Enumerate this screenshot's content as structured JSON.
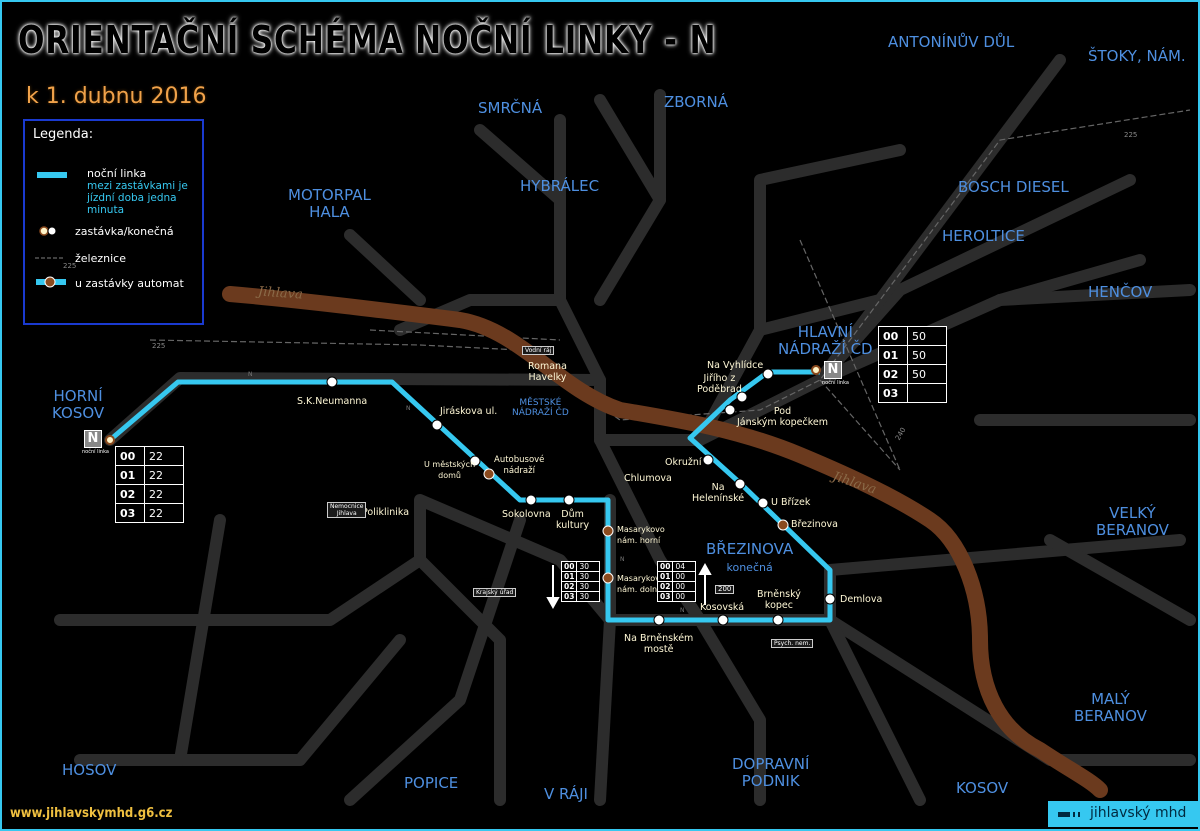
{
  "title": "ORIENTAČNÍ SCHÉMA NOČNÍ LINKY - N",
  "date": "k 1. dubnu 2016",
  "legend": {
    "title": "Legenda:",
    "line": "noční linka",
    "line_note": "mezi zastávkami je jízdní doba jedna minuta",
    "stop": "zastávka/konečná",
    "rail": "železnice",
    "rail_sample_num": "225",
    "automat": "u zastávky automat"
  },
  "areas": {
    "antoninuv_dul": "ANTONÍNŮV DŮL",
    "stoky": "ŠTOKY, NÁM.",
    "smrcna": "SMRČNÁ",
    "zborna": "ZBORNÁ",
    "hybralec": "HYBRÁLEC",
    "motorpal": "MOTORPAL",
    "motorpal2": "HALA",
    "bosch": "BOSCH DIESEL",
    "heroltice": "HEROLTICE",
    "hencov": "HENČOV",
    "hlavni": "HLAVNÍ",
    "hlavni2": "NÁDRAŽÍ ČD",
    "horni_kosov": "HORNÍ",
    "horni_kosov2": "KOSOV",
    "mestske": "MĚSTSKÉ",
    "mestske2": "NÁDRAŽÍ ČD",
    "brezinova": "BŘEZINOVA",
    "brezinova_sub": "konečná",
    "velky_beranov": "VELKÝ",
    "velky_beranov2": "BERANOV",
    "maly_beranov": "MALÝ",
    "maly_beranov2": "BERANOV",
    "hosov": "HOSOV",
    "popice": "POPICE",
    "v_raji": "V RÁJI",
    "dopravni": "DOPRAVNÍ",
    "dopravni2": "PODNIK",
    "kosov": "KOSOV"
  },
  "stops": {
    "s_k_neumanna": "S.K.Neumanna",
    "jiraskova": "Jiráskova ul.",
    "u_mestskych_1": "U městských",
    "u_mestskych_2": "domů",
    "autobusove_1": "Autobusové",
    "autobusove_2": "nádraží",
    "sokolovna": "Sokolovna",
    "dum_kultury_1": "Dům",
    "dum_kultury_2": "kultury",
    "masarykovo_horni_1": "Masarykovo",
    "masarykovo_horni_2": "nám. horní",
    "masarykovo_dolni_1": "Masarykovo",
    "masarykovo_dolni_2": "nám. dolní",
    "na_brnenskem_1": "Na Brněnském",
    "na_brnenskem_2": "mostě",
    "kosovska": "Kosovská",
    "brnensky_1": "Brněnský",
    "brnensky_2": "kopec",
    "demlova": "Demlova",
    "brezinova": "Březinova",
    "u_brizek": "U Břízek",
    "na_helenin_1": "Na",
    "na_helenin_2": "Helenínské",
    "okruzni": "Okružní",
    "chlumova": "Chlumova",
    "pod_1": "Pod",
    "pod_2": "Jánským kopečkem",
    "jiriho_1": "Jiřího z",
    "jiriho_2": "Poděbrad",
    "na_vyhlidce": "Na Vyhlídce",
    "romana_1": "Romana",
    "romana_2": "Havelky",
    "poliklinika": "Poliklinika"
  },
  "pois": {
    "vodni_raj": "Vodní ráj",
    "nemocnice_1": "Nemocnice",
    "nemocnice_2": "Jihlava",
    "krajsky": "Krajský úřad",
    "psych": "Psych. nem."
  },
  "river_name": "Jihlava",
  "rail_labels": {
    "r225_left": "225",
    "r225_right": "225",
    "r240": "240",
    "dir_200": "200"
  },
  "n_badge": "N",
  "n_badge_sub": "noční linka",
  "line_letter": "N",
  "timetables": {
    "horni_kosov": [
      [
        "00",
        "22"
      ],
      [
        "01",
        "22"
      ],
      [
        "02",
        "22"
      ],
      [
        "03",
        "22"
      ]
    ],
    "hlavni_nadrazi": [
      [
        "00",
        "50"
      ],
      [
        "01",
        "50"
      ],
      [
        "02",
        "50"
      ],
      [
        "03",
        ""
      ]
    ],
    "masarykovo_dolni": [
      [
        "00",
        "30"
      ],
      [
        "01",
        "30"
      ],
      [
        "02",
        "30"
      ],
      [
        "03",
        "30"
      ]
    ],
    "brezinova": [
      [
        "00",
        "04"
      ],
      [
        "01",
        "00"
      ],
      [
        "02",
        "00"
      ],
      [
        "03",
        "00"
      ]
    ]
  },
  "url": "www.jihlavskymhd.g6.cz",
  "brand": "jihlavský mhd",
  "colors": {
    "line": "#36c8f0",
    "river": "#6b3a1e",
    "road": "#2e2e2e",
    "area_label": "#4e8fe0",
    "stop_label": "#fff8d6"
  }
}
